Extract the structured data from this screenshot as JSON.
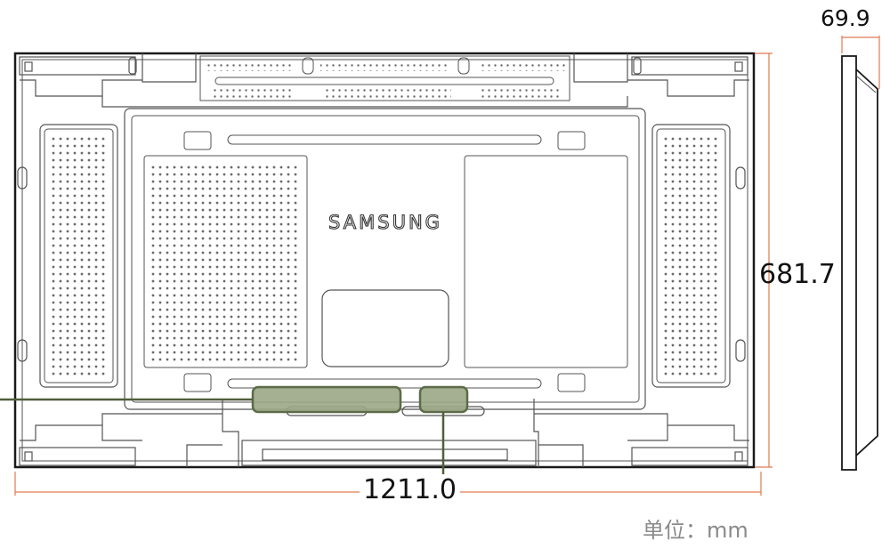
{
  "brand": {
    "logo_text": "SAMSUNG"
  },
  "dimensions": {
    "width": "1211.0",
    "height": "681.7",
    "depth": "69.9"
  },
  "unit_label": "单位：mm",
  "colors": {
    "outline": "#1a1a1a",
    "inner_line": "#555555",
    "dimension_line": "#e07a50",
    "highlight_fill": "#9aa785",
    "highlight_stroke": "#5d6b48",
    "leader_line": "#4f5f3a",
    "vent_dot": "#6a6a6a"
  },
  "icons": [
    "samsung-logo",
    "vent-grille",
    "mounting-bracket",
    "handle-slot"
  ]
}
